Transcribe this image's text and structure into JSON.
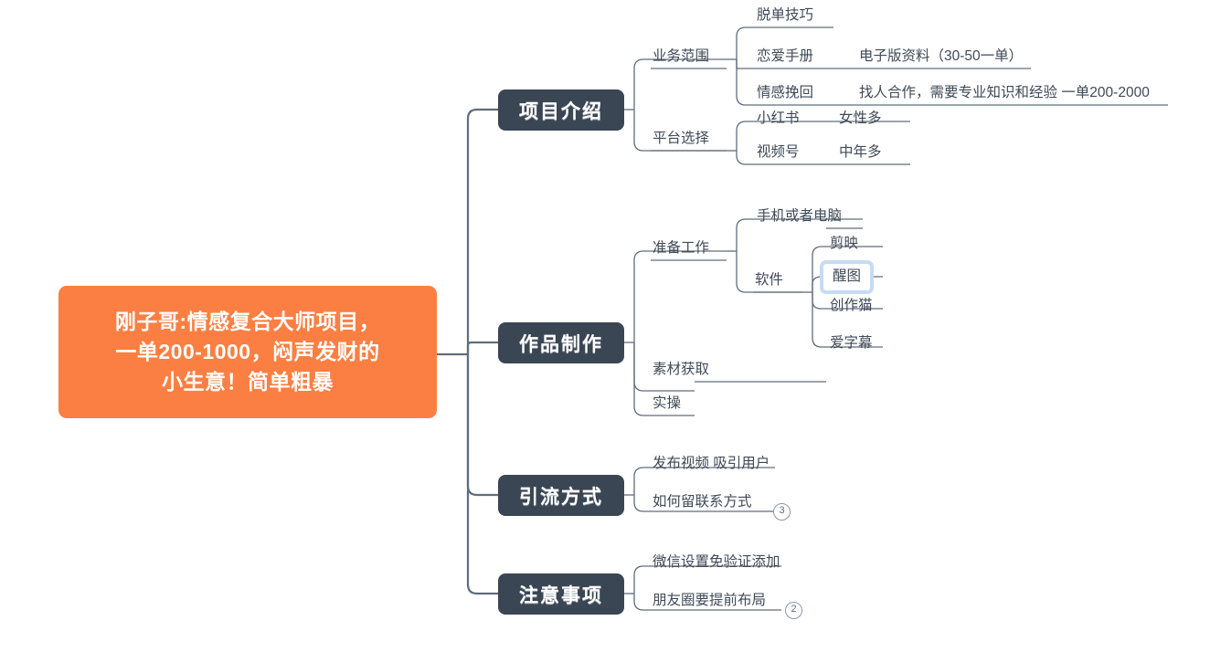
{
  "document": {
    "type": "mind-map",
    "title": "刚子哥:情感复合大师项目，一单200-1000，闷声发财的小生意！简单粗暴"
  },
  "colors": {
    "root_fill": "#fb7f42",
    "branch_fill": "#3b4654",
    "text": "#3f4a57",
    "line": "#5f6d7d",
    "selection": "#c5dcf5",
    "background": "#ffffff"
  },
  "root": {
    "line1": "刚子哥:情感复合大师项目，",
    "line2": "一单200-1000，闷声发财的",
    "line3": "小生意！简单粗暴"
  },
  "branches": [
    {
      "label": "项目介绍",
      "children": [
        {
          "label": "业务范围",
          "children": [
            {
              "label": "脱单技巧",
              "detail": ""
            },
            {
              "label": "恋爱手册",
              "detail": "电子版资料（30-50一单）"
            },
            {
              "label": "情感挽回",
              "detail": "找人合作，需要专业知识和经验 一单200-2000"
            }
          ]
        },
        {
          "label": "平台选择",
          "children": [
            {
              "label": "小红书",
              "detail": "女性多"
            },
            {
              "label": "视频号",
              "detail": "中年多"
            }
          ]
        }
      ]
    },
    {
      "label": "作品制作",
      "children": [
        {
          "label": "准备工作",
          "children": [
            {
              "label": "手机或者电脑",
              "detail": ""
            },
            {
              "label": "软件",
              "detail": ""
            }
          ]
        },
        {
          "label": "素材获取",
          "children": []
        },
        {
          "label": "实操",
          "children": []
        }
      ]
    },
    {
      "label": "引流方式",
      "children": [
        {
          "label": "发布视频 吸引用户",
          "children": []
        },
        {
          "label": "如何留联系方式",
          "children": [],
          "badge": "3"
        }
      ]
    },
    {
      "label": "注意事项",
      "children": [
        {
          "label": "微信设置免验证添加",
          "children": []
        },
        {
          "label": "朋友圈要提前布局",
          "children": [],
          "badge": "2"
        }
      ]
    }
  ],
  "software_options": [
    {
      "label": "剪映",
      "selected": false
    },
    {
      "label": "醒图",
      "selected": true
    },
    {
      "label": "创作猫",
      "selected": false
    },
    {
      "label": "爱字幕",
      "selected": false
    }
  ],
  "badges": {
    "liuliang": "3",
    "zhuyi": "2"
  }
}
